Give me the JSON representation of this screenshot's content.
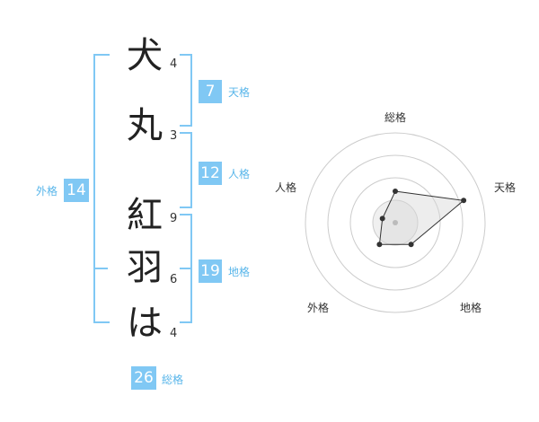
{
  "colors": {
    "accent": "#80c8f4",
    "label": "#59b6ea"
  },
  "name": {
    "chars": [
      {
        "char": "犬",
        "strokes": "4"
      },
      {
        "char": "丸",
        "strokes": "3"
      },
      {
        "char": "紅",
        "strokes": "9"
      },
      {
        "char": "羽",
        "strokes": "6"
      },
      {
        "char": "は",
        "strokes": "4"
      }
    ]
  },
  "kaku": {
    "ten": {
      "value": "7",
      "label": "天格"
    },
    "jin": {
      "value": "12",
      "label": "人格"
    },
    "chi": {
      "value": "19",
      "label": "地格"
    },
    "gai": {
      "value": "14",
      "label": "外格"
    },
    "sokaku": {
      "value": "26",
      "label": "総格"
    }
  },
  "chart_data": {
    "type": "radar",
    "axes": [
      "総格",
      "天格",
      "地格",
      "外格",
      "人格"
    ],
    "values": [
      1.4,
      3.2,
      1.2,
      1.2,
      0.6
    ],
    "rmax": 4,
    "rings": 4
  }
}
